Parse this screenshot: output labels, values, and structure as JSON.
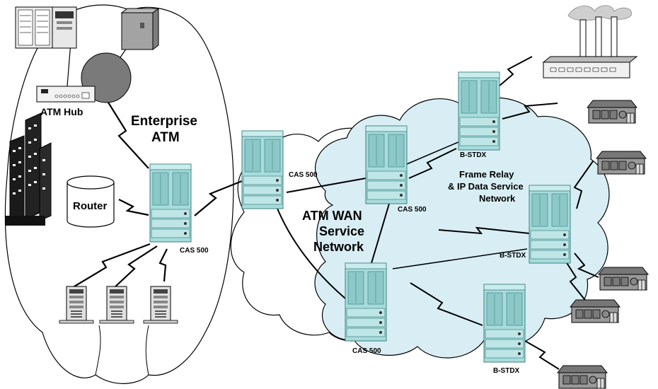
{
  "labels": {
    "atm_hub": "ATM Hub",
    "enterprise_line1": "Enterprise",
    "enterprise_line2": "ATM",
    "router": "Router",
    "cas_enterprise": "CAS 500",
    "cas_left": "CAS 500",
    "cas_top": "CAS 500",
    "cas_bottom": "CAS 500",
    "atm_wan_line1": "ATM WAN",
    "atm_wan_line2": "Service",
    "atm_wan_line3": "Network",
    "frame_line1": "Frame Relay",
    "frame_line2": "& IP Data Service",
    "frame_line3": "Network",
    "bstdx_top": "B-STDX",
    "bstdx_right": "B-STDX",
    "bstdx_bottom": "B-STDX"
  },
  "colors": {
    "switch_fill": "#9fd6d6",
    "switch_dark": "#6fb3b3",
    "cloud_blue": "#d6edf3",
    "building_gray": "#8c8c8c",
    "tower_black": "#111111"
  }
}
